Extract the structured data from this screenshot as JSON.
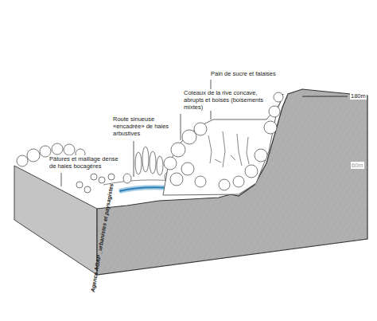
{
  "diagram": {
    "labels": [
      "Coteaux de la rive concave, abrupts et boisés (boisements mixtes)",
      "Pain de sucre et falaises",
      "Route sinueuse «encadrée» de haies arbustives",
      "Pâtures et maillage dense de haies bocagères",
      "180m",
      "60m",
      "Agence AGAP _urbanistes et paysagistes"
    ]
  }
}
